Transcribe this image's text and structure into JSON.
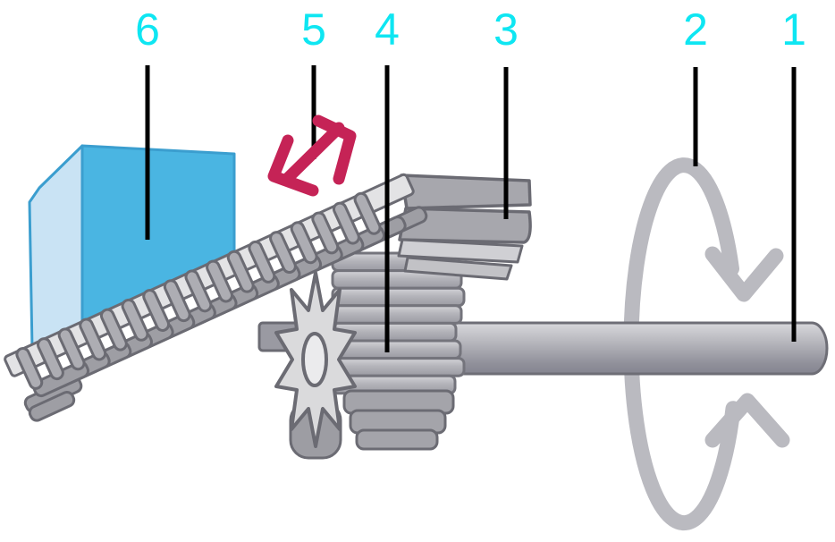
{
  "diagram": {
    "type": "mechanical-diagram-rack-and-pinion",
    "labels": [
      {
        "text": "6"
      },
      {
        "text": "5"
      },
      {
        "text": "4"
      },
      {
        "text": "3"
      },
      {
        "text": "2"
      },
      {
        "text": "1"
      }
    ],
    "colors": {
      "label_text": "#0ee6f2",
      "leader_line": "#000000",
      "linear_motion_arrow": "#c52356",
      "rotation_arrow": "#babac0",
      "block_front": "#4ab5e2",
      "block_side": "#c9e3f4",
      "block_outline": "#3b9ecf",
      "metal_light": "#e3e3e5",
      "metal_mid": "#a7a7ad",
      "outline": "#6b6b73",
      "background": "#ffffff"
    },
    "icons": [
      {
        "name": "linear-motion-arrow",
        "glyph": "double-headed-diagonal-arrow"
      },
      {
        "name": "rotation-direction-arrow",
        "glyph": "elliptical-rotation-arrow"
      }
    ]
  }
}
